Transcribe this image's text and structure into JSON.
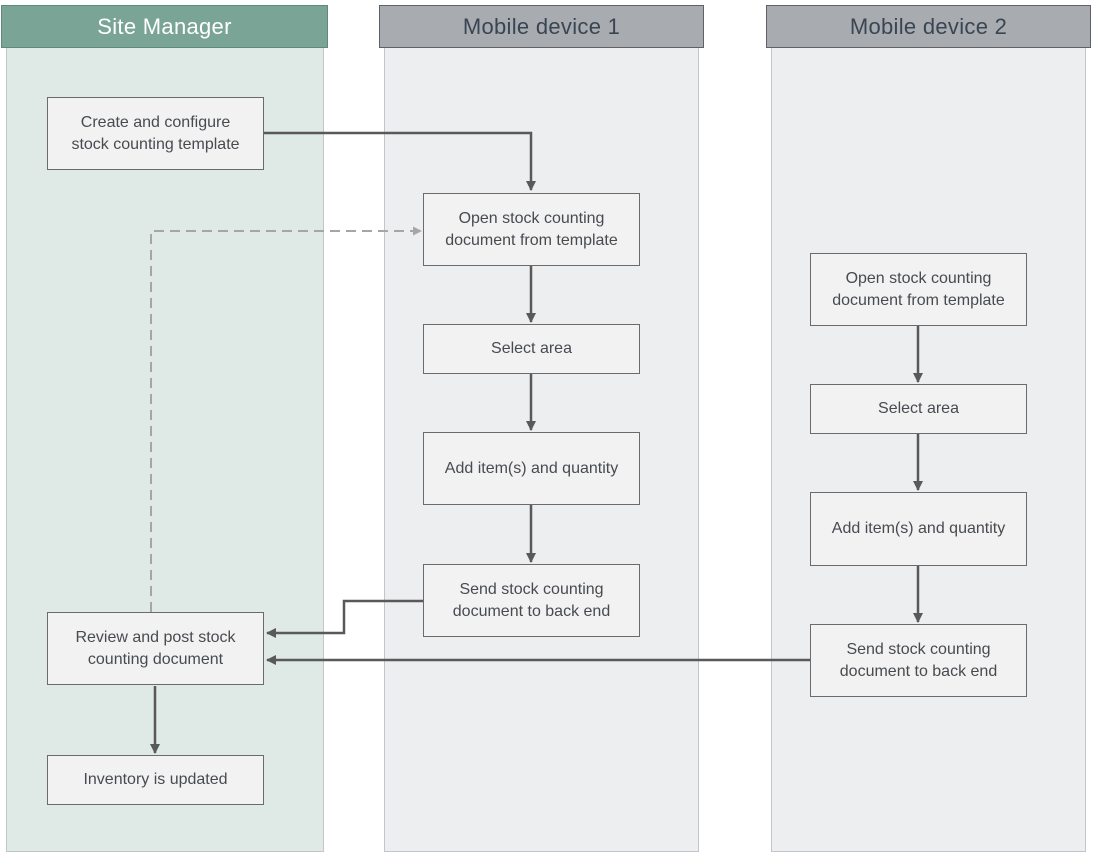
{
  "lanes": [
    {
      "title": "Site Manager"
    },
    {
      "title": "Mobile device 1"
    },
    {
      "title": "Mobile device 2"
    }
  ],
  "nodes": {
    "sm_create": "Create and configure\nstock counting template",
    "sm_review": "Review and post stock\ncounting document",
    "sm_updated": "Inventory is updated",
    "m1_open": "Open stock counting\ndocument from template",
    "m1_select": "Select area",
    "m1_add": "Add item(s) and quantity",
    "m1_send": "Send stock counting\ndocument to back end",
    "m2_open": "Open stock counting\ndocument from template",
    "m2_select": "Select area",
    "m2_add": "Add item(s) and quantity",
    "m2_send": "Send stock counting\ndocument to back end"
  },
  "colors": {
    "lane_sm_fill": "#dfe9e5",
    "lane_mobile_fill": "#edeef0",
    "arrow": "#595959",
    "dashed_arrow": "#a6a6a6"
  }
}
